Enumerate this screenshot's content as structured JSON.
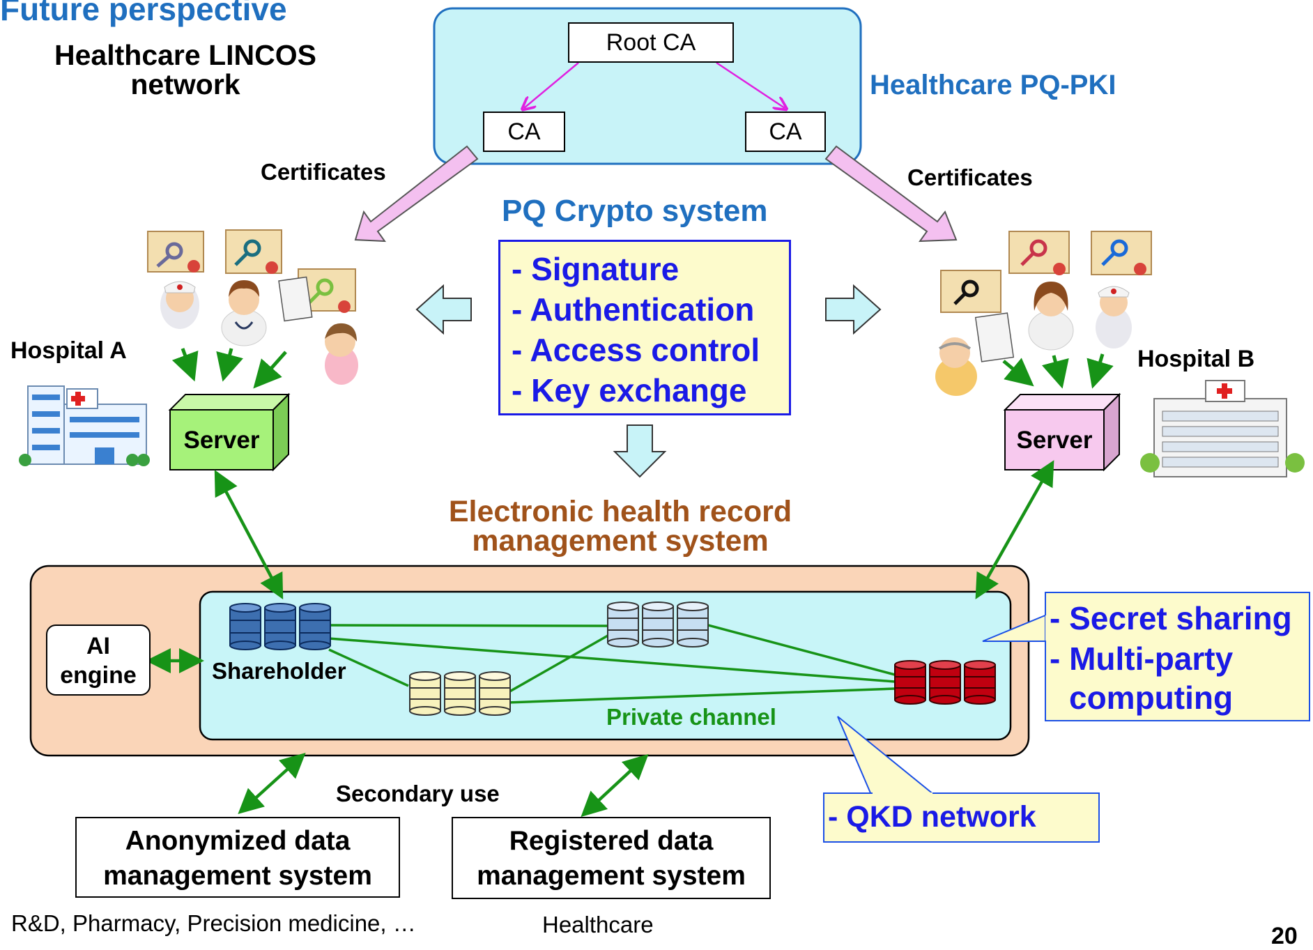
{
  "slide": {
    "title": "Future perspective",
    "network_label": "Healthcare LINCOS\nnetwork",
    "page_number": "20"
  },
  "pki": {
    "label": "Healthcare PQ-PKI",
    "root": "Root CA",
    "ca_left": "CA",
    "ca_right": "CA"
  },
  "certificates": {
    "left": "Certificates",
    "right": "Certificates"
  },
  "crypto": {
    "title": "PQ Crypto system",
    "items": [
      "- Signature",
      "- Authentication",
      "- Access control",
      "- Key exchange"
    ]
  },
  "hospital_a": {
    "label": "Hospital A",
    "server": "Server"
  },
  "hospital_b": {
    "label": "Hospital B",
    "server": "Server",
    "sign": "HOSPITAL"
  },
  "ehr": {
    "title_line1": "Electronic health record",
    "title_line2": "management system",
    "ai_line1": "AI",
    "ai_line2": "engine",
    "shareholder": "Shareholder",
    "private_channel": "Private channel"
  },
  "callouts": {
    "secret_sharing": "- Secret sharing",
    "multiparty_line1": "- Multi-party",
    "multiparty_line2": "computing",
    "qkd": "- QKD network"
  },
  "secondary": {
    "label": "Secondary use",
    "anonymized_line1": "Anonymized data",
    "anonymized_line2": "management system",
    "registered_line1": "Registered data",
    "registered_line2": "management system",
    "anonymized_caption": "R&D, Pharmacy, Precision medicine, …",
    "registered_caption": "Healthcare"
  },
  "colors": {
    "title_blue": "#1f6fbf",
    "item_blue": "#1a1ae6",
    "ehr_brown": "#a0521a",
    "green": "#179317",
    "pki_bg": "#c8f3f8",
    "ehr_bg": "#fad5b8",
    "channel_bg": "#c8f5f8",
    "crypto_bg": "#fdfbcc",
    "server_a": "#a6f27a",
    "server_b": "#f7c9ee",
    "db_blue": "#3d6fb0",
    "db_light": "#c7dff2",
    "db_yellow": "#f8f2bd",
    "db_red": "#c00010"
  }
}
